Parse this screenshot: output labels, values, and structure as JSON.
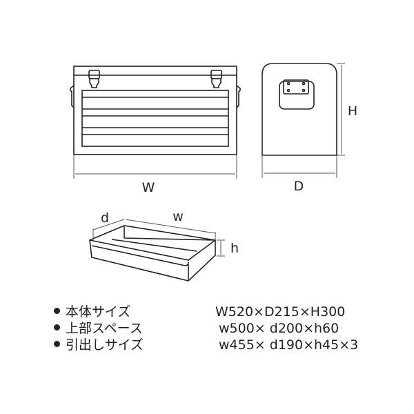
{
  "labels": {
    "W": "W",
    "D": "D",
    "H": "H",
    "d": "d",
    "w": "w",
    "h": "h"
  },
  "specs": [
    {
      "label": "本体サイズ",
      "value": "W520×D215×H300"
    },
    {
      "label": "上部スペース",
      "value": "w500× d200×h60"
    },
    {
      "label": "引出しサイズ",
      "value": "w455× d190×h45×3"
    }
  ],
  "colors": {
    "line": "#222222",
    "dim": "#555555"
  }
}
